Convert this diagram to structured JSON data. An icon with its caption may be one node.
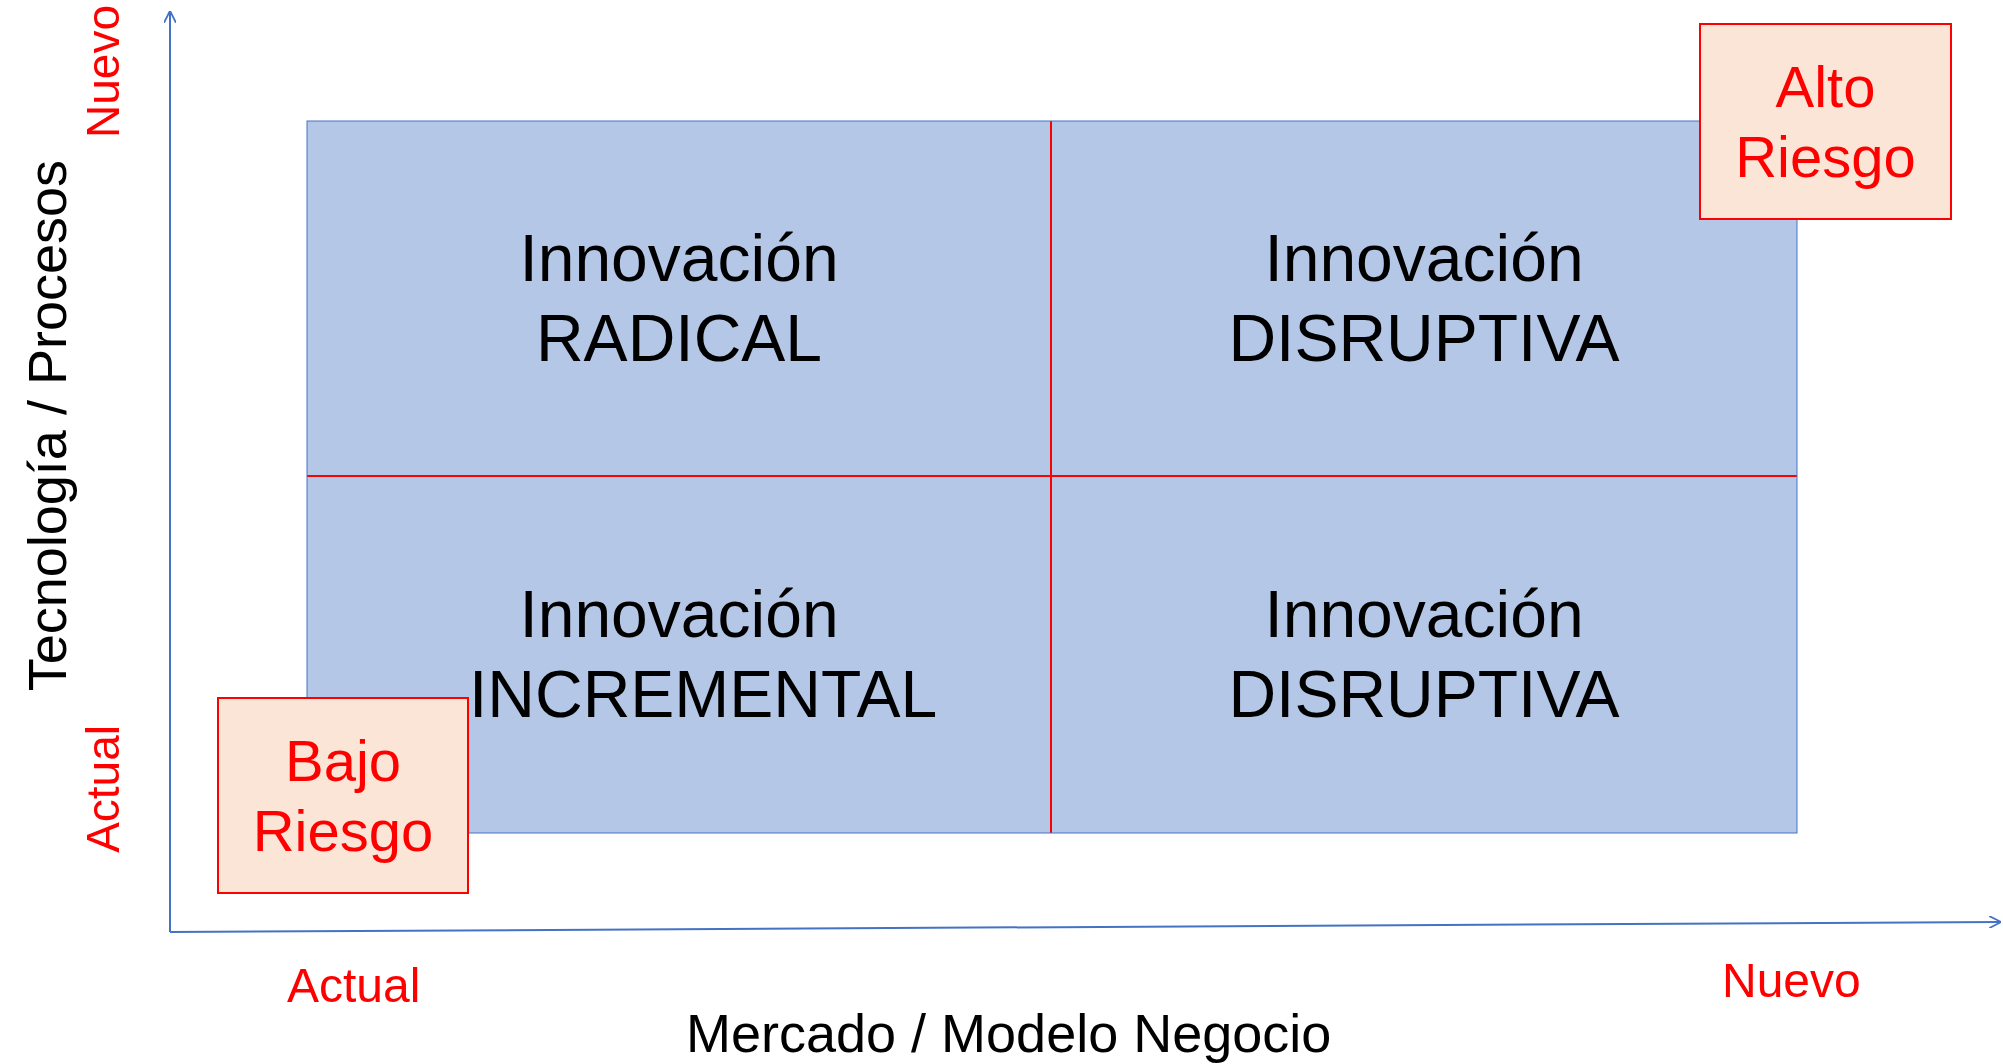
{
  "diagram": {
    "nodes": [
      {
        "text": [
          "Innovación RADICAL"
        ]
      },
      {
        "text": [
          "Innovación DISRUPTIVA"
        ]
      },
      {
        "text": [
          "Innovación INCREMENTAL"
        ]
      },
      {
        "text": [
          "Innovación DISRUPTIVA"
        ]
      },
      {
        "text": [
          "Alto Riesgo"
        ]
      },
      {
        "text": [
          "Bajo Riesgo"
        ]
      }
    ],
    "edges": [],
    "labels": [
      "Nuevo",
      "Tecnología / Procesos",
      "Actual",
      "Actual",
      "Nuevo",
      "Mercado / Modelo Negocio"
    ]
  }
}
